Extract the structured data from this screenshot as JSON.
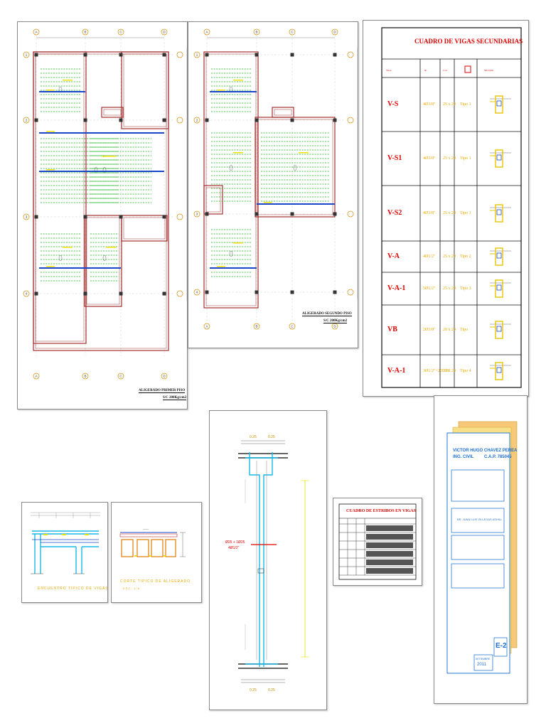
{
  "floor_plan_1": {
    "title": "ALIGERADO PRIMER PISO",
    "load": "S/C 200Kg/cm2",
    "axes_letters": [
      "A",
      "B",
      "C",
      "D"
    ],
    "axes_numbers": [
      "1",
      "2",
      "3",
      "4"
    ]
  },
  "floor_plan_2": {
    "title": "ALIGERADO SEGUNDO PISO",
    "load": "S/C 200Kg/cm2",
    "axes_letters": [
      "A",
      "B",
      "C",
      "D"
    ],
    "axes_numbers": [
      "1",
      "2",
      "3",
      "4"
    ]
  },
  "beam_table": {
    "title": "CUADRO DE VIGAS SECUNDARIAS",
    "headers": [
      "VIGA",
      "Ø1",
      "b x h",
      "",
      "SECCION"
    ],
    "rows": [
      {
        "name": "V-S",
        "steel": "4Ø3/8\"",
        "size": "25 x 20",
        "type": "Tipo 1"
      },
      {
        "name": "V-S1",
        "steel": "4Ø3/8\"",
        "size": "25 x 20",
        "type": "Tipo 1"
      },
      {
        "name": "V-S2",
        "steel": "4Ø3/8\"",
        "size": "25 x 20",
        "type": "Tipo 1"
      },
      {
        "name": "V-A",
        "steel": "4Ø1/2\"",
        "size": "25 x 20",
        "type": "Tipo 2"
      },
      {
        "name": "V-A-1",
        "steel": "5Ø1/2\"",
        "size": "25 x 20",
        "type": "Tipo 3"
      },
      {
        "name": "VB",
        "steel": "2Ø3/8\"",
        "size": "20 x 20",
        "type": "Tipo"
      },
      {
        "name": "V-A-1",
        "steel": "3Ø1/2\"+2Ø3/8\"",
        "size": "25 x 20",
        "type": "Tipo 4"
      }
    ]
  },
  "stirrup_table": {
    "title": "CUADRO DE ESTRIBOS EN VIGAS",
    "rows": 6
  },
  "detail_1": {
    "caption": "ENCUENTRO TIPICO DE VIGAS"
  },
  "detail_2": {
    "caption": "CORTE TIPICO DE ALIGERADO",
    "sub": "ESC: 1/5"
  },
  "column_detail": {
    "dims": [
      "0.25",
      "0.25"
    ],
    "note_1": "Ø25 + 1Ø25",
    "note_2": "4Ø1/2\""
  },
  "title_block": {
    "engineer": "VICTOR HUGO CHAVEZ PEREA",
    "profession": "ING. CIVIL",
    "cap": "C.A.P. 785045",
    "drawn_by": "BR. JUAN LUIS VILLEGAS ASHILL",
    "date_label": "SETIEMBRE",
    "year": "2011",
    "sheet": "E-2"
  },
  "colors": {
    "wall": "#a33030",
    "grid": "#c8c8c8",
    "dash_green": "#10b010",
    "beam_blue": "#1a46c8",
    "rebar_yellow": "#f0e000",
    "axis_red": "#d83020",
    "axis_bubble": "#d28a00",
    "title_blue": "#1e6fd0"
  }
}
